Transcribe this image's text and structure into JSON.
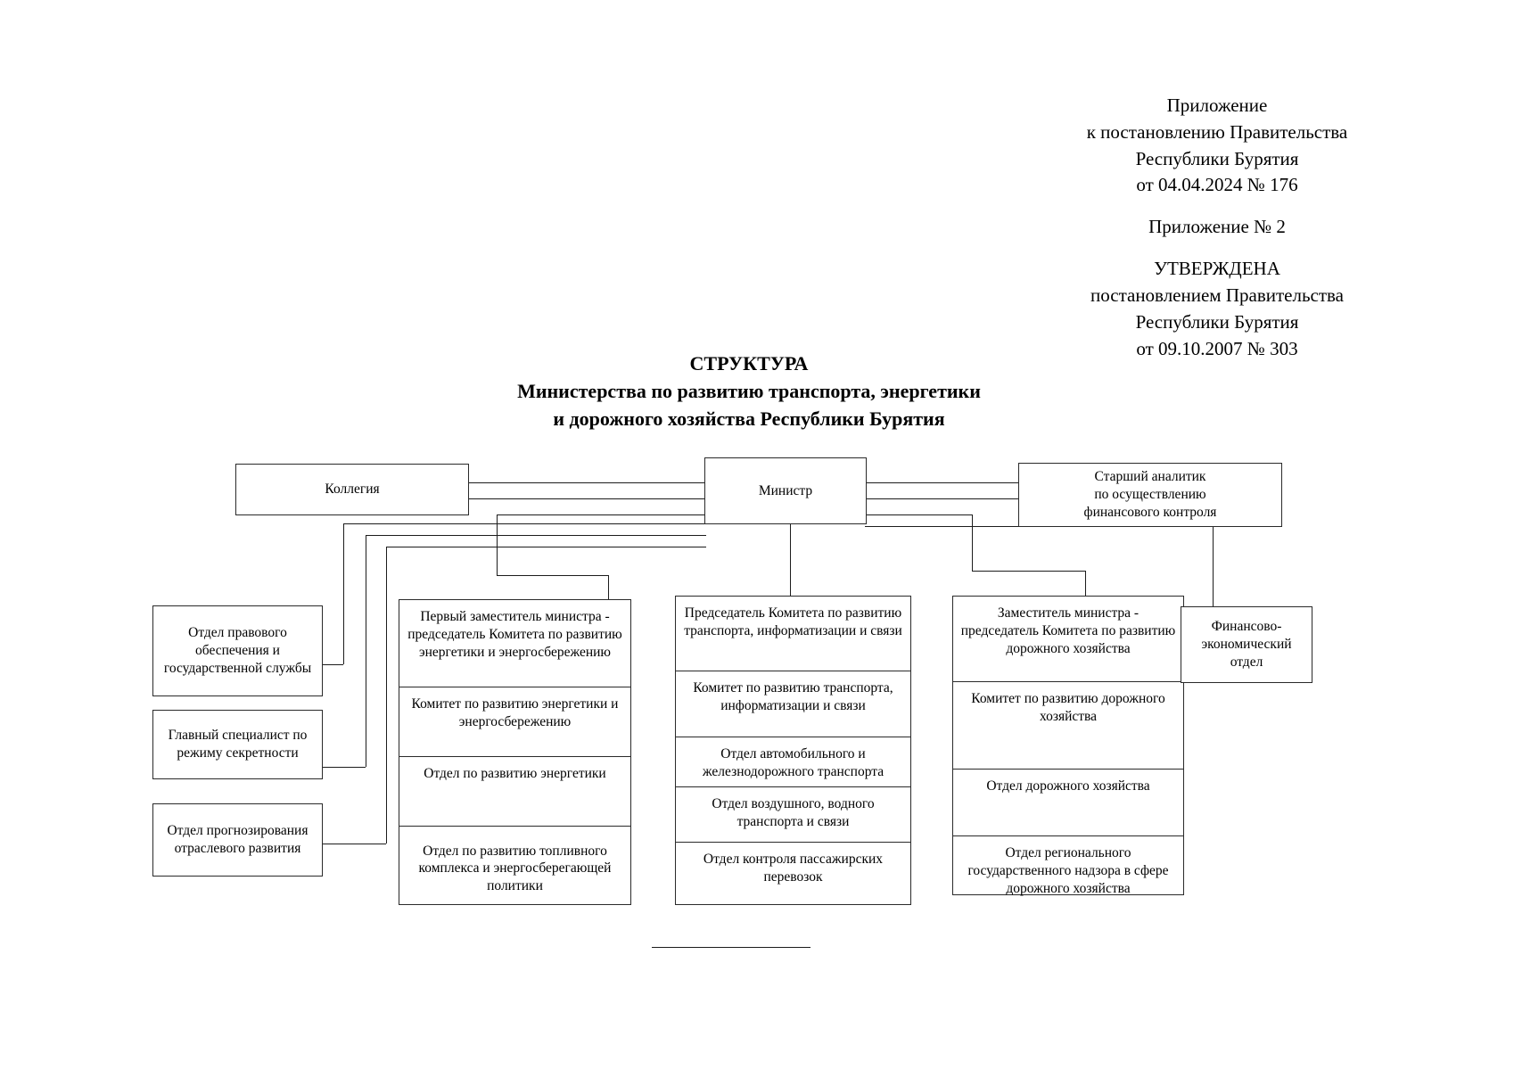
{
  "header": {
    "lines": [
      "Приложение",
      "к постановлению Правительства",
      "Республики Бурятия",
      "от 04.04.2024 № 176"
    ],
    "appendix_no": "Приложение № 2",
    "approved_lines": [
      "УТВЕРЖДЕНА",
      "постановлением Правительства",
      "Республики Бурятия",
      "от 09.10.2007 № 303"
    ]
  },
  "title": {
    "line1": "СТРУКТУРА",
    "line2": "Министерства по развитию транспорта, энергетики",
    "line3": "и дорожного хозяйства Республики Бурятия"
  },
  "top_row": {
    "collegium": "Коллегия",
    "minister": "Министр",
    "senior_analyst": "Старший аналитик\nпо осуществлению\nфинансового контроля"
  },
  "left_column": [
    "Отдел правового обеспечения и государственной службы",
    "Главный специалист по режиму секретности",
    "Отдел прогнозирования отраслевого развития"
  ],
  "energy_column": [
    "Первый заместитель министра - председатель Комитета по развитию энергетики и энергосбережению",
    "Комитет по развитию энергетики и энергосбережению",
    "Отдел по развитию энергетики",
    "Отдел по развитию топливного комплекса и энергосберегающей  политики"
  ],
  "transport_column": [
    "Председатель Комитета по развитию транспорта, информатизации и связи",
    "Комитет по развитию транспорта, информатизации и связи",
    "Отдел автомобильного и железнодорожного транспорта",
    "Отдел воздушного, водного транспорта и связи",
    "Отдел контроля пассажирских перевозок"
  ],
  "road_column": [
    "Заместитель министра - председатель Комитета по развитию дорожного хозяйства",
    "Комитет по развитию дорожного хозяйства",
    "Отдел дорожного хозяйства",
    "Отдел регионального государственного надзора в сфере дорожного хозяйства"
  ],
  "finance_box": "Финансово-экономический отдел",
  "colors": {
    "line": "#1c1c1c",
    "border": "#2a2a2a",
    "background": "#ffffff",
    "text": "#000000"
  }
}
